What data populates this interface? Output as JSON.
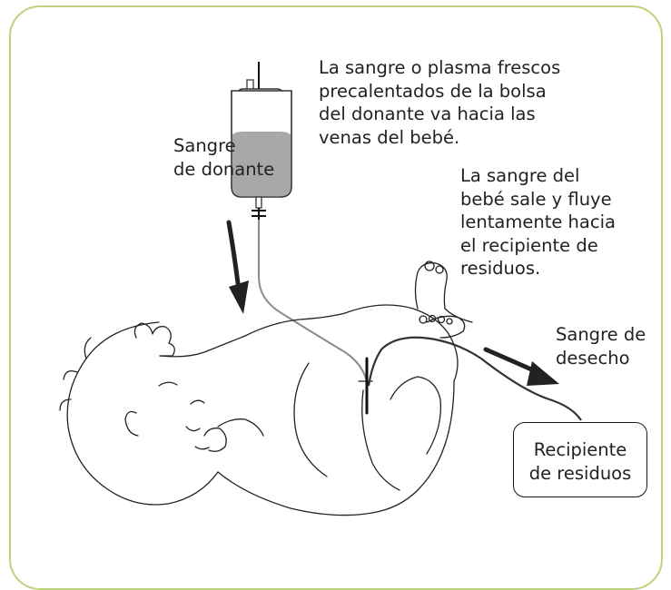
{
  "labels": {
    "donor_blood": "Sangre\nde donante",
    "fresh_blood_note": "La sangre o plasma frescos\nprecalentados de la bolsa\ndel donante va hacia las\nvenas del bebé.",
    "baby_blood_note": "La sangre del\nbebé sale y fluye\nlentamente hacia\nel recipiente de\nresiduos.",
    "waste_blood": "Sangre de\ndesecho",
    "waste_container": "Recipiente\nde residuos"
  },
  "colors": {
    "frame_border": "#bcd27a",
    "bag_fill": "#a8a8a8",
    "donor_tube": "#8a8a8a",
    "waste_tube": "#333333",
    "arrow": "#222222"
  },
  "icons": {
    "donor_flow_arrow": "arrow-down-icon",
    "waste_flow_arrow": "arrow-right-icon"
  }
}
